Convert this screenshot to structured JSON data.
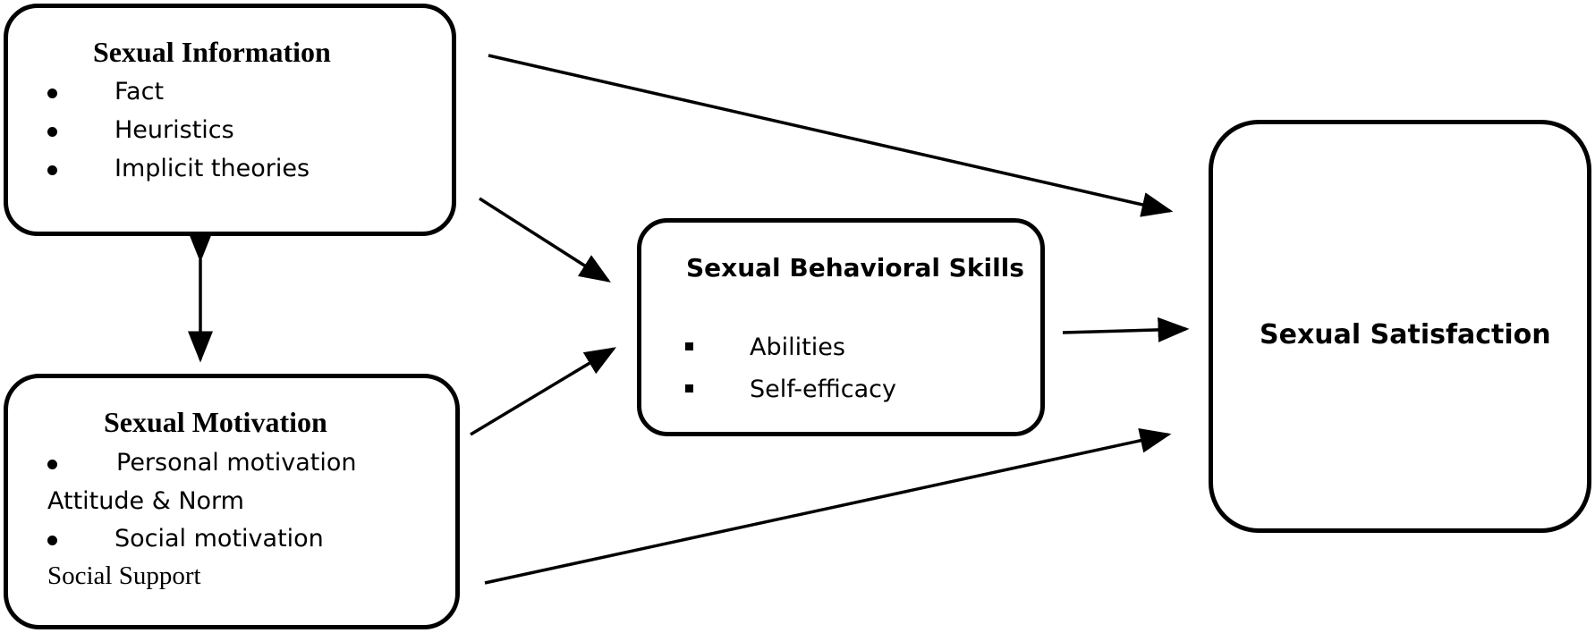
{
  "diagram": {
    "sexual_information": {
      "title": "Sexual Information",
      "items": [
        "Fact",
        "Heuristics",
        "Implicit theories"
      ]
    },
    "sexual_motivation": {
      "title": "Sexual Motivation",
      "item1": "Personal motivation",
      "sub1": "Attitude & Norm",
      "item2": "Social motivation",
      "sub2": "Social Support"
    },
    "sexual_behavioral_skills": {
      "title": "Sexual Behavioral Skills",
      "items": [
        "Abilities",
        "Self-efficacy"
      ]
    },
    "sexual_satisfaction": {
      "title": "Sexual Satisfaction"
    }
  },
  "colors": {
    "stroke": "#000000",
    "background": "#ffffff"
  }
}
